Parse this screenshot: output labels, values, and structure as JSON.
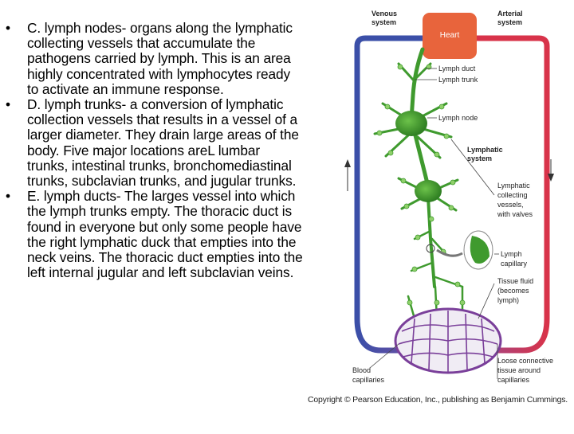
{
  "slide": {
    "bullets": [
      {
        "marker": "•",
        "text": "C. lymph nodes- organs along the lymphatic collecting vessels that accumulate the pathogens carried by lymph.  This is an area highly concentrated with lymphocytes ready to activate an immune response."
      },
      {
        "marker": "•",
        "text": "D. lymph trunks- a conversion of lymphatic collection vessels that results in a vessel of a larger diameter.  They drain large areas of the body. Five major locations areL lumbar trunks, intestinal trunks, bronchomediastinal trunks, subclavian trunks, and jugular trunks."
      },
      {
        "marker": "•",
        "text": "E. lymph ducts- The larges vessel into which the lymph trunks empty.  The thoracic duct is found in everyone but only some people have the right lymphatic duck that empties into the neck veins.  The thoracic duct empties into the left internal jugular and left subclavian veins."
      }
    ]
  },
  "figure": {
    "labels": {
      "venous_1": "Venous",
      "venous_2": "system",
      "arterial_1": "Arterial",
      "arterial_2": "system",
      "heart": "Heart",
      "lymph_duct": "Lymph duct",
      "lymph_trunk": "Lymph trunk",
      "lymph_node": "Lymph node",
      "lymphatic_system_1": "Lymphatic",
      "lymphatic_system_2": "system",
      "collecting_1": "Lymphatic",
      "collecting_2": "collecting",
      "collecting_3": "vessels,",
      "collecting_4": "with valves",
      "capillary_1": "Lymph",
      "capillary_2": "capillary",
      "tissue_1": "Tissue fluid",
      "tissue_2": "(becomes",
      "tissue_3": "lymph)",
      "blood_cap_1": "Blood",
      "blood_cap_2": "capillaries",
      "loose_1": "Loose connective",
      "loose_2": "tissue around",
      "loose_3": "capillaries"
    },
    "copyright": "Copyright © Pearson Education, Inc., publishing as Benjamin Cummings.",
    "colors": {
      "venous": "#3b4fa8",
      "arterial": "#d8334a",
      "heart": "#e8643c",
      "lymph": "#3f9a2e",
      "lymph_light": "#8fd06a",
      "capillary_bed": "#7a3f9a"
    }
  }
}
